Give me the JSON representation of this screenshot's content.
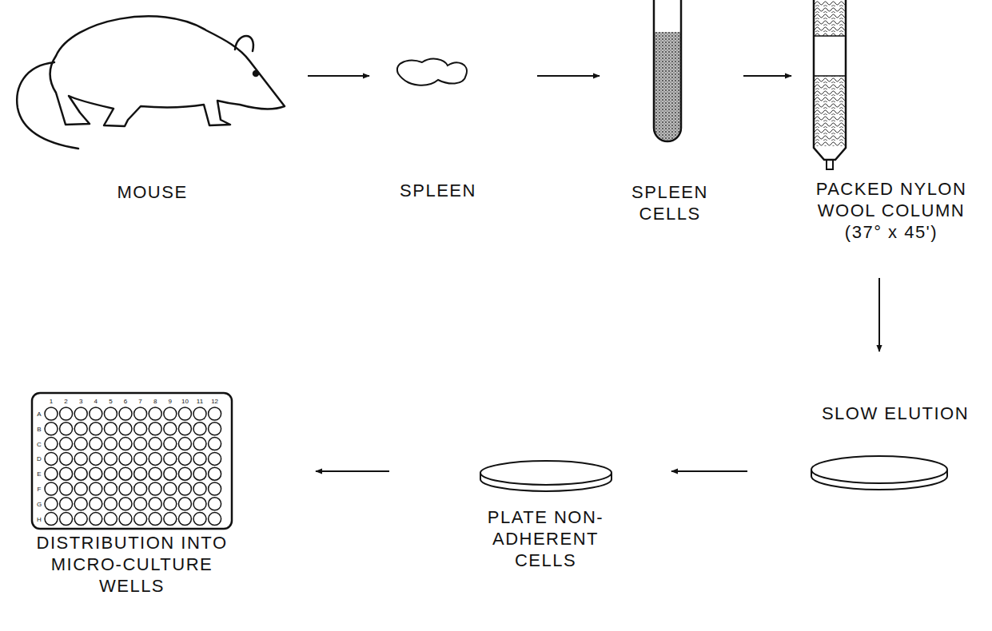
{
  "diagram": {
    "nodes": [
      {
        "text": [
          "MOUSE"
        ]
      },
      {
        "text": [
          "SPLEEN"
        ]
      },
      {
        "text": [
          "SPLEEN CELLS"
        ]
      },
      {
        "text": [
          "PACKED NYLON WOOL COLUMN (37° x 45')"
        ]
      },
      {
        "text": [
          "SLOW ELUTION"
        ]
      },
      {
        "text": [
          "PLATE NON-ADHERENT CELLS"
        ]
      },
      {
        "text": [
          "DISTRIBUTION INTO MICRO-CULTURE WELLS"
        ]
      }
    ],
    "edges": [
      {
        "from": 0,
        "to": 1,
        "arrow": "to"
      },
      {
        "from": 1,
        "to": 2,
        "arrow": "to"
      },
      {
        "from": 2,
        "to": 3,
        "arrow": "to"
      },
      {
        "from": 3,
        "to": 4,
        "arrow": "to"
      },
      {
        "from": 4,
        "to": 5,
        "arrow": "to"
      },
      {
        "from": 5,
        "to": 6,
        "arrow": "to"
      }
    ],
    "labels": [
      "1",
      "2",
      "3",
      "4",
      "5",
      "6",
      "7",
      "8",
      "9",
      "10",
      "11",
      "12",
      "A",
      "B",
      "C",
      "D",
      "E",
      "F",
      "G",
      "H"
    ]
  }
}
